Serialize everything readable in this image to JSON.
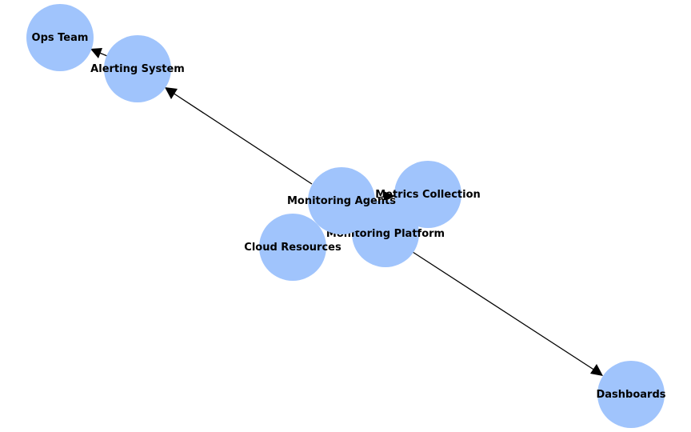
{
  "nodes": [
    {
      "id": "ops",
      "label": "Ops Team"
    },
    {
      "id": "alert",
      "label": "Alerting System"
    },
    {
      "id": "metrics",
      "label": "Metrics Collection"
    },
    {
      "id": "cloud",
      "label": "Cloud Resources"
    },
    {
      "id": "platform",
      "label": "Monitoring Platform"
    },
    {
      "id": "agents",
      "label": "Monitoring Agents"
    },
    {
      "id": "dash",
      "label": "Dashboards"
    }
  ],
  "edges": [
    {
      "from": "alert",
      "to": "ops"
    },
    {
      "from": "agents",
      "to": "alert"
    },
    {
      "from": "agents",
      "to": "metrics"
    },
    {
      "from": "platform",
      "to": "dash"
    }
  ],
  "colors": {
    "node": "#a0c4fc",
    "edge": "#000000",
    "text": "#000000"
  }
}
